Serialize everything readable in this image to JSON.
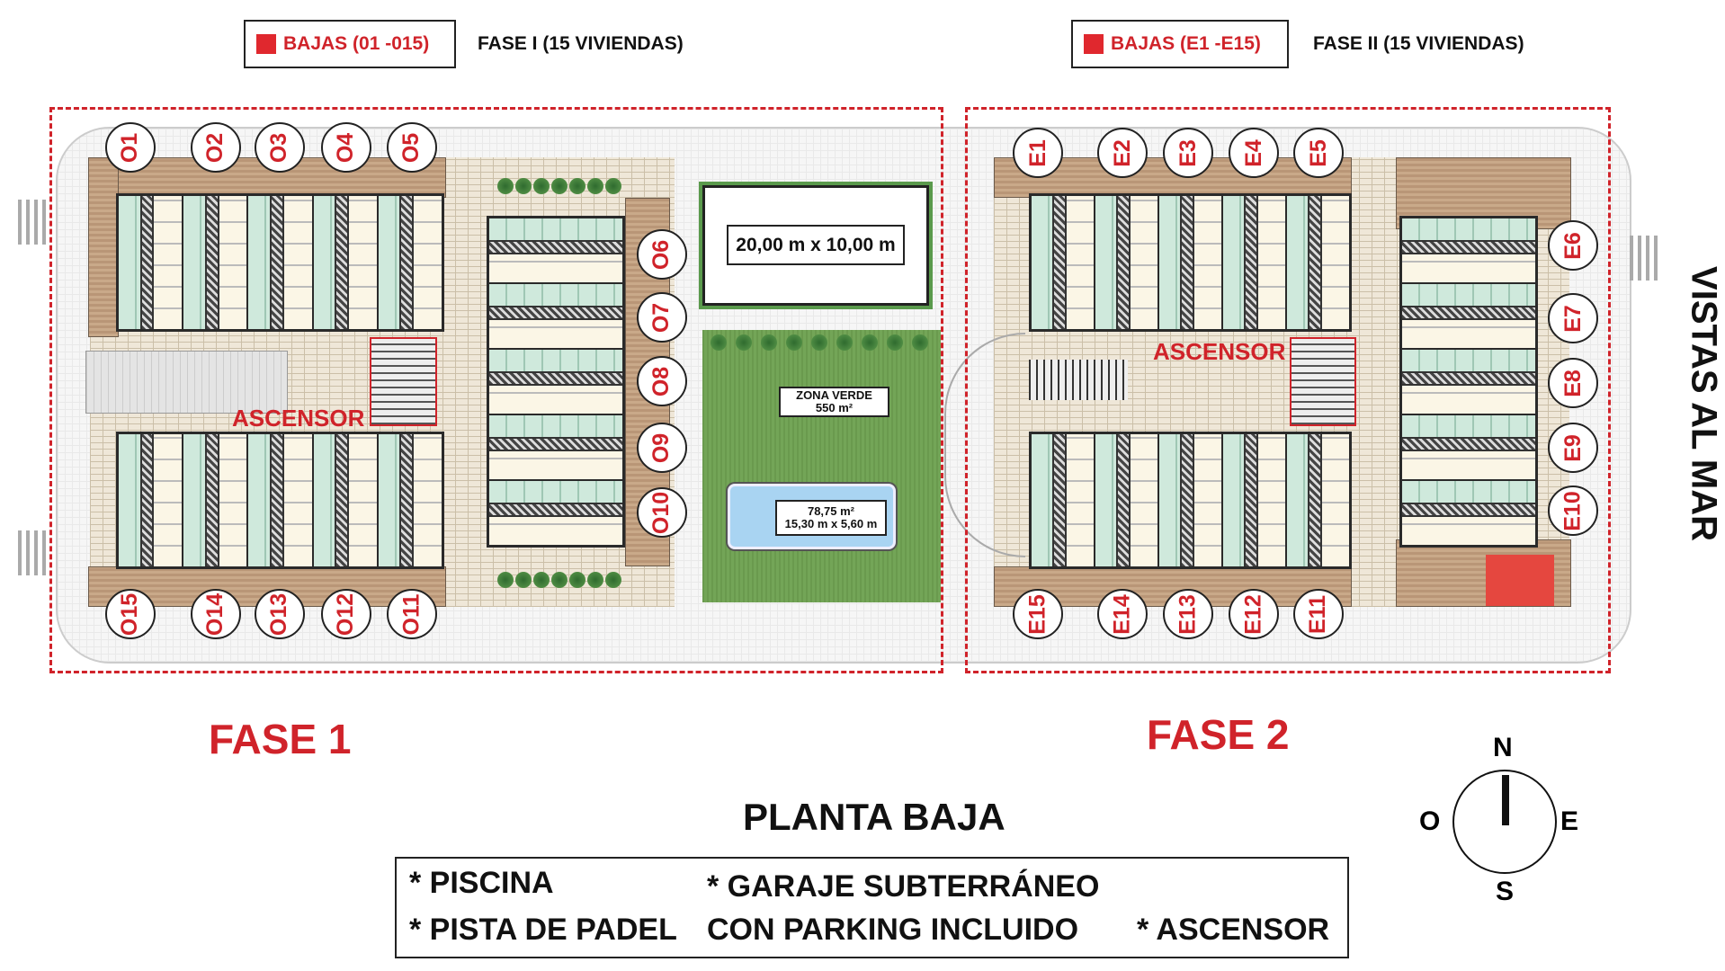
{
  "legend": [
    {
      "swatch_color": "#e0282e",
      "label": "BAJAS (01 -015)",
      "phase_text": "FASE I (15 VIVIENDAS)"
    },
    {
      "swatch_color": "#e0282e",
      "label": "BAJAS (E1 -E15)",
      "phase_text": "FASE II (15 VIVIENDAS)"
    }
  ],
  "phase1": {
    "title": "FASE 1",
    "elevator_label": "ASCENSOR",
    "units_top": [
      "O1",
      "O2",
      "O3",
      "O4",
      "O5"
    ],
    "units_right": [
      "O6",
      "O7",
      "O8",
      "O9",
      "O10"
    ],
    "units_bottom": [
      "O15",
      "O14",
      "O13",
      "O12",
      "O11"
    ]
  },
  "phase2": {
    "title": "FASE 2",
    "elevator_label": "ASCENSOR",
    "units_top": [
      "E1",
      "E2",
      "E3",
      "E4",
      "E5"
    ],
    "units_right": [
      "E6",
      "E7",
      "E8",
      "E9",
      "E10"
    ],
    "units_bottom": [
      "E15",
      "E14",
      "E13",
      "E12",
      "E11"
    ]
  },
  "padel": {
    "dimensions": "20,00 m x 10,00 m"
  },
  "green_zone": {
    "line1": "ZONA VERDE",
    "area": "550 m²"
  },
  "pool": {
    "area": "78,75 m²",
    "dimensions": "15,30 m x 5,60 m"
  },
  "sea_view": "VISTAS AL MAR",
  "plan_title": "PLANTA BAJA",
  "features": {
    "piscina": "* PISCINA",
    "padel": "* PISTA DE PADEL",
    "garaje": "* GARAJE SUBTERRÁNEO",
    "parking": "CON PARKING INCLUIDO",
    "ascensor": "* ASCENSOR"
  },
  "compass": {
    "n": "N",
    "s": "S",
    "e": "E",
    "w": "O"
  },
  "colors": {
    "accent": "#d0232a",
    "grass": "#6a9a4e",
    "pool": "#a9d4f2"
  }
}
